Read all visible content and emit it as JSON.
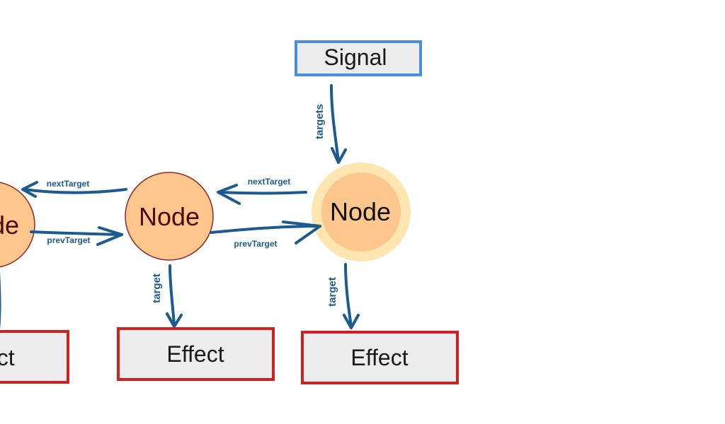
{
  "signal": {
    "label": "Signal"
  },
  "nodes": {
    "left_partial": {
      "label": "Node"
    },
    "middle": {
      "label": "Node"
    },
    "right": {
      "label": "Node"
    }
  },
  "effects": {
    "left_partial": {
      "label": "Effect"
    },
    "middle": {
      "label": "Effect"
    },
    "right": {
      "label": "Effect"
    }
  },
  "edge_labels": {
    "targets": "targets",
    "next_target_left": "nextTarget",
    "prev_target_left": "prevTarget",
    "next_target_right": "nextTarget",
    "prev_target_right": "prevTarget",
    "target_middle": "target",
    "target_right": "target"
  },
  "colors": {
    "arrow": "#1d5a8e",
    "signal_border": "#4a90d9",
    "effect_border": "#cc2222",
    "box_fill": "#ececec",
    "node_fill": "#fcc68c",
    "node_border": "#8b2a2a",
    "node_highlight_ring": "#ffe6b0",
    "node_text_dark": "#4a0d0d"
  }
}
